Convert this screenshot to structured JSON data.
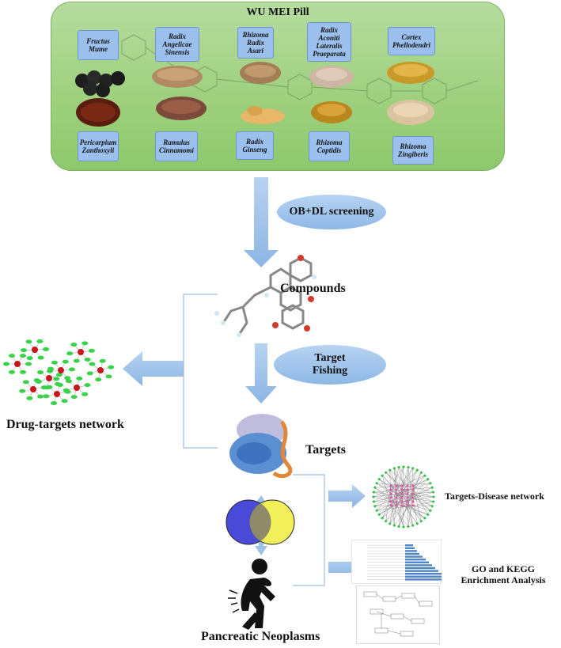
{
  "panel": {
    "title": "WU MEI Pill",
    "herbs_top": [
      "Fructus\nMume",
      "Radix\nAngelicae\nSinensis",
      "Rhizoma\nRadix\nAsari",
      "Radix\nAconiti\nLateralis\nPraeparata",
      "Cortex\nPhellodendri"
    ],
    "herbs_bottom": [
      "Pericarpium\nZanthoxyli",
      "Ramulus\nCinnamomi",
      "Radix\nGinseng",
      "Rhizoma\nCoptidis",
      "Rhizoma\nZingiberis"
    ]
  },
  "flow": {
    "screening": "OB+DL screening",
    "target_fishing": "Target\nFishing"
  },
  "labels": {
    "compounds": "Compounds",
    "drug_targets_network": "Drug-targets network",
    "targets": "Targets",
    "targets_disease_network": "Targets-Disease network",
    "go_kegg": "GO and KEGG\nEnrichment Analysis",
    "disease": "Pancreatic Neoplasms"
  },
  "colors": {
    "panel_green": "#9fd07f",
    "label_blue": "#9cc0ee",
    "arrow_blue": "#9ec1e8",
    "node_red": "#c8141e",
    "node_green": "#39d24a",
    "venn_left": "#4a4ad8",
    "venn_right": "#f2f05a"
  }
}
